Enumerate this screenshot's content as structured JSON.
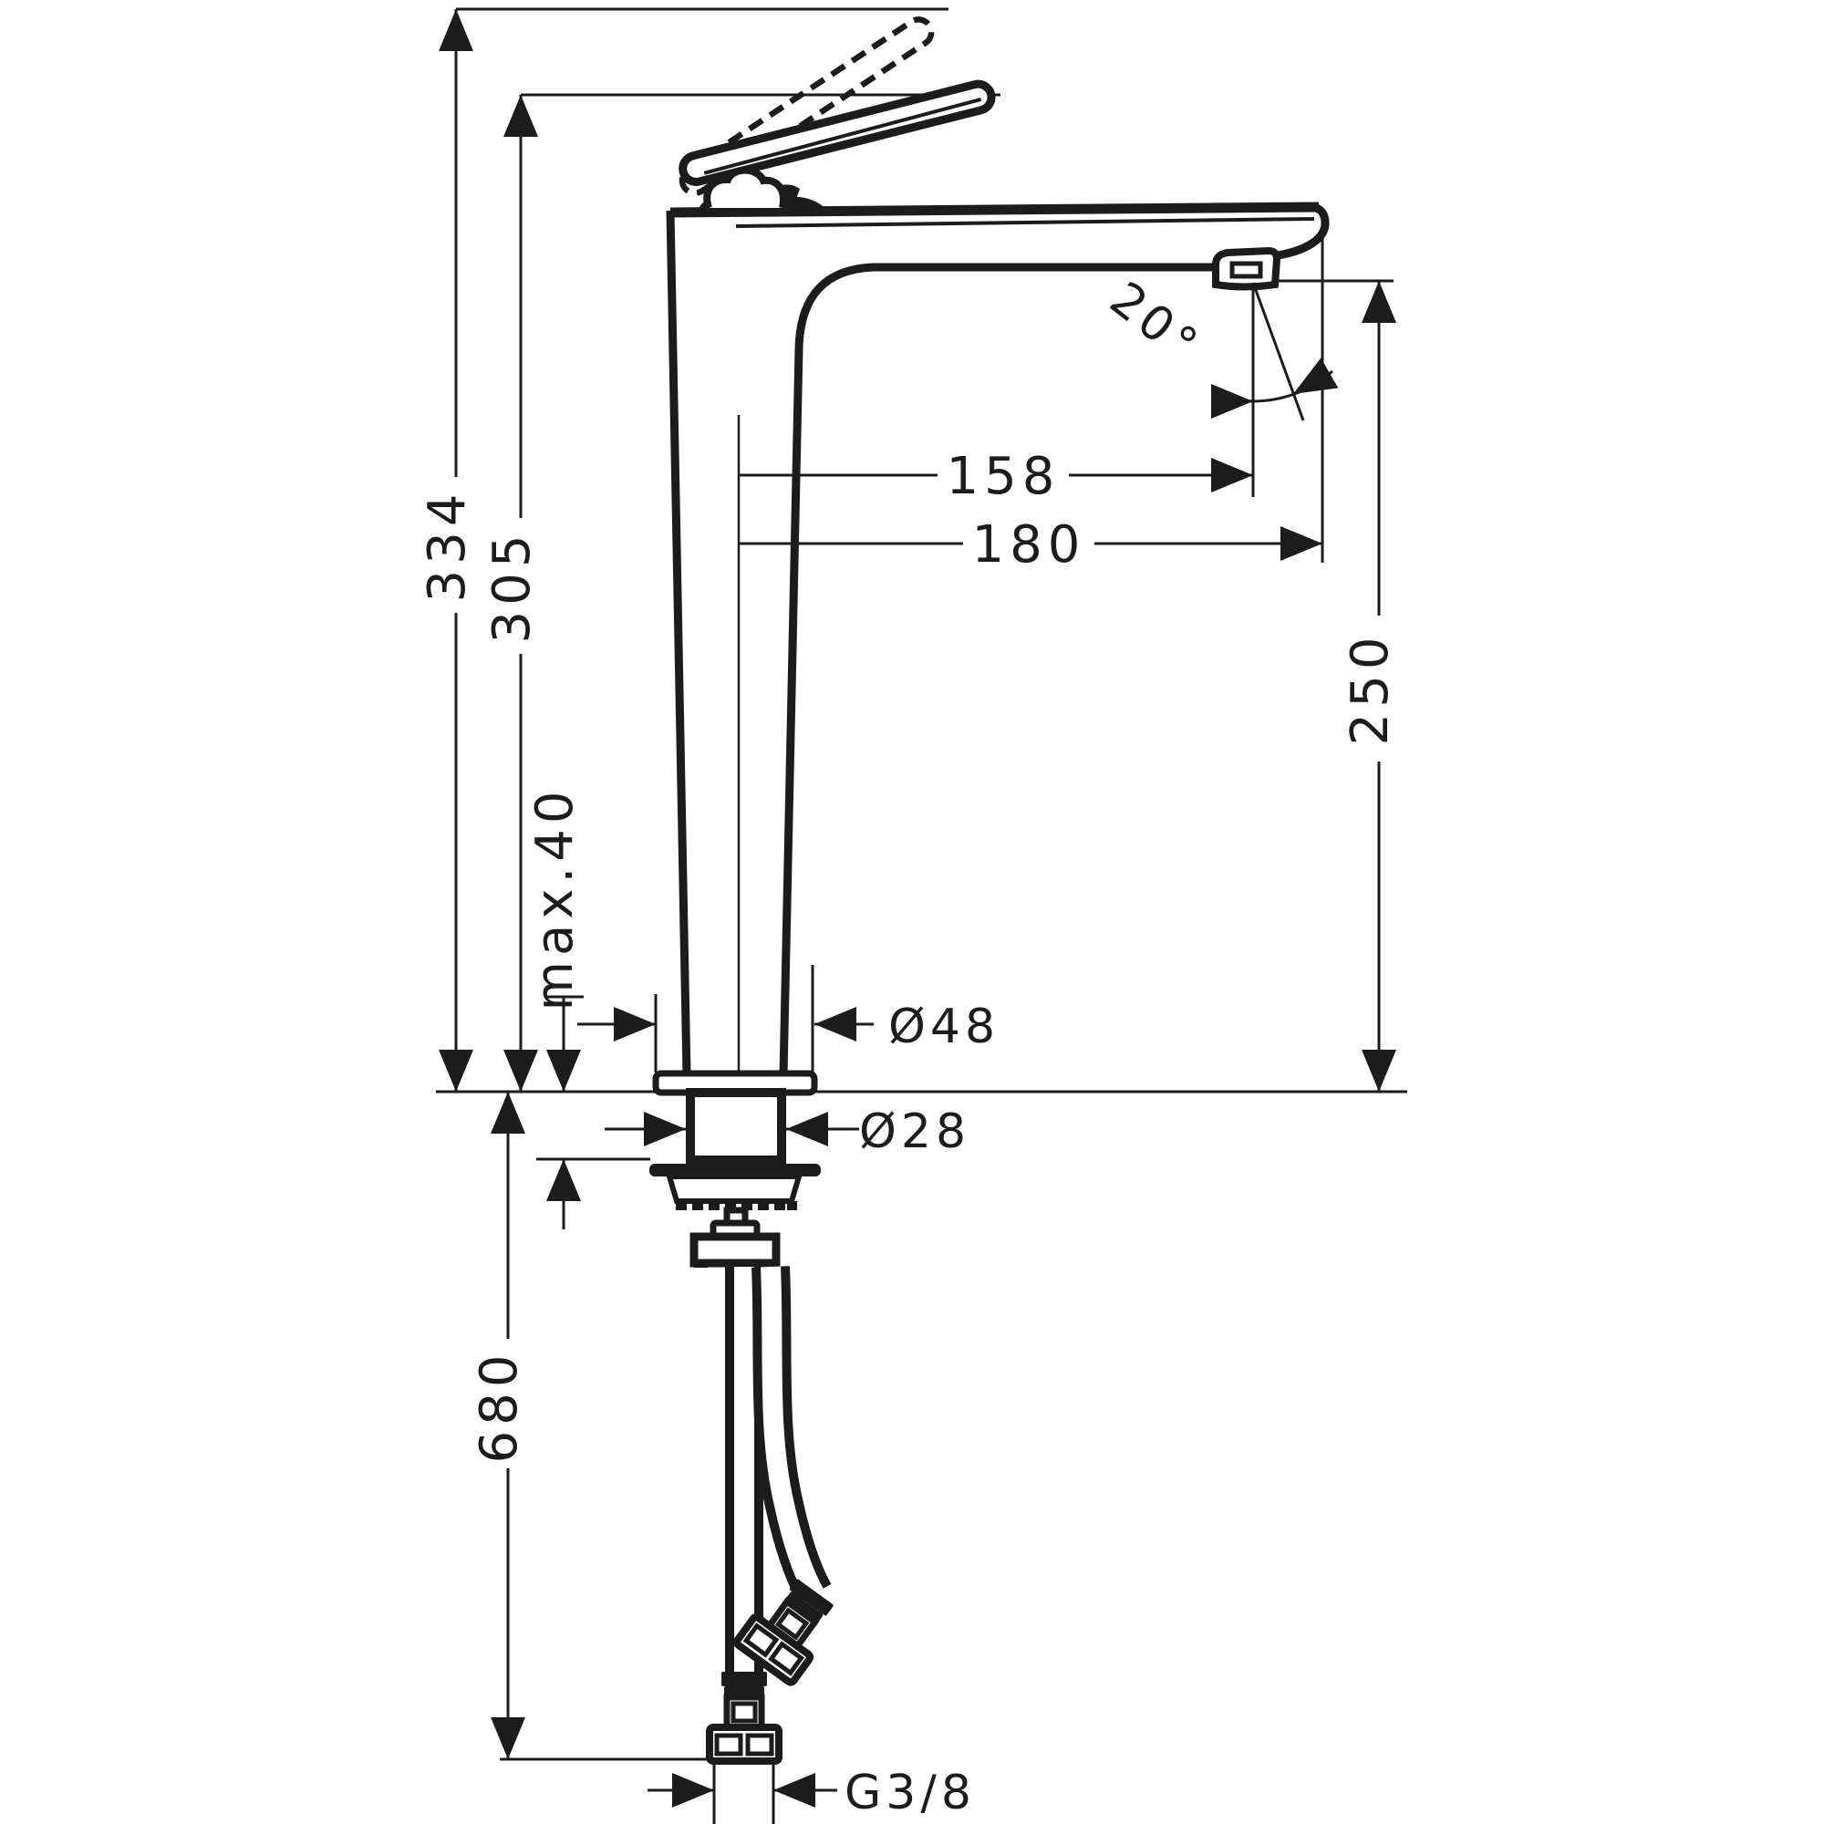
{
  "drawing": {
    "type": "technical dimensional drawing",
    "subject": "single-lever tall basin mixer faucet, side view with mounting parts and supply hoses",
    "colors": {
      "ink": "#1c1c1c",
      "background": "#ffffff"
    }
  },
  "dims": {
    "total_height": "334",
    "height_to_handle": "305",
    "max_deck_thickness": "max.40",
    "hose_length": "680",
    "base_diameter": "Ø48",
    "shank_diameter": "Ø28",
    "reach_to_aerator": "158",
    "total_reach": "180",
    "outlet_height": "250",
    "outlet_angle": "20°",
    "connection_thread": "G3/8"
  }
}
